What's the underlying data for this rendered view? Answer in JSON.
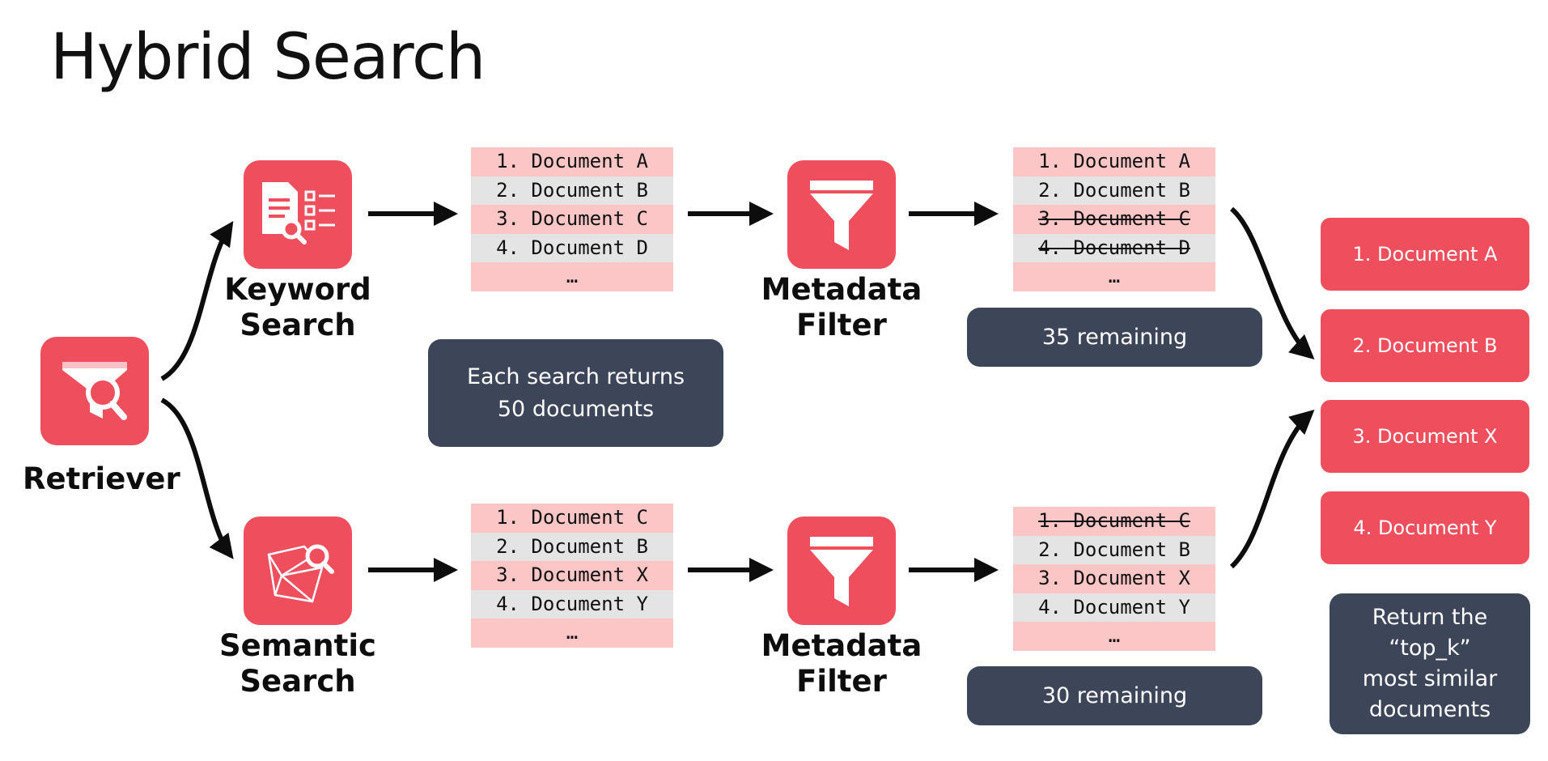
{
  "title": "Hybrid Search",
  "retriever": {
    "label": "Retriever",
    "icon": "funnel-magnifier-icon"
  },
  "keyword_search": {
    "label_line1": "Keyword",
    "label_line2": "Search",
    "icon": "document-checklist-search-icon"
  },
  "semantic_search": {
    "label_line1": "Semantic",
    "label_line2": "Search",
    "icon": "vector-space-search-icon"
  },
  "metadata_filter": {
    "label_line1": "Metadata",
    "label_line2": "Filter",
    "icon": "funnel-icon"
  },
  "keyword_results": [
    "1. Document A",
    "2. Document B",
    "3. Document C",
    "4. Document D",
    "…"
  ],
  "semantic_results": [
    "1. Document C",
    "2. Document B",
    "3. Document X",
    "4. Document Y",
    "…"
  ],
  "keyword_filtered": [
    "1. Document A",
    "2. Document B",
    "3. Document C",
    "4. Document D",
    "…"
  ],
  "semantic_filtered": [
    "1. Document C",
    "2. Document B",
    "3. Document X",
    "4. Document Y",
    "…"
  ],
  "keyword_remaining": "35 remaining",
  "semantic_remaining": "30 remaining",
  "each_search_note": {
    "line1": "Each search returns",
    "line2": "50 documents"
  },
  "final_results": [
    "1. Document A",
    "2. Document B",
    "3. Document X",
    "4. Document Y"
  ],
  "return_note": {
    "line1": "Return the",
    "line2": "“top_k”",
    "line3": "most similar",
    "line4": "documents"
  },
  "colors": {
    "accent": "#ef4f5c",
    "note_bg": "#3c4658",
    "row_pink": "#fcc6c7",
    "row_grey": "#e4e4e4"
  }
}
